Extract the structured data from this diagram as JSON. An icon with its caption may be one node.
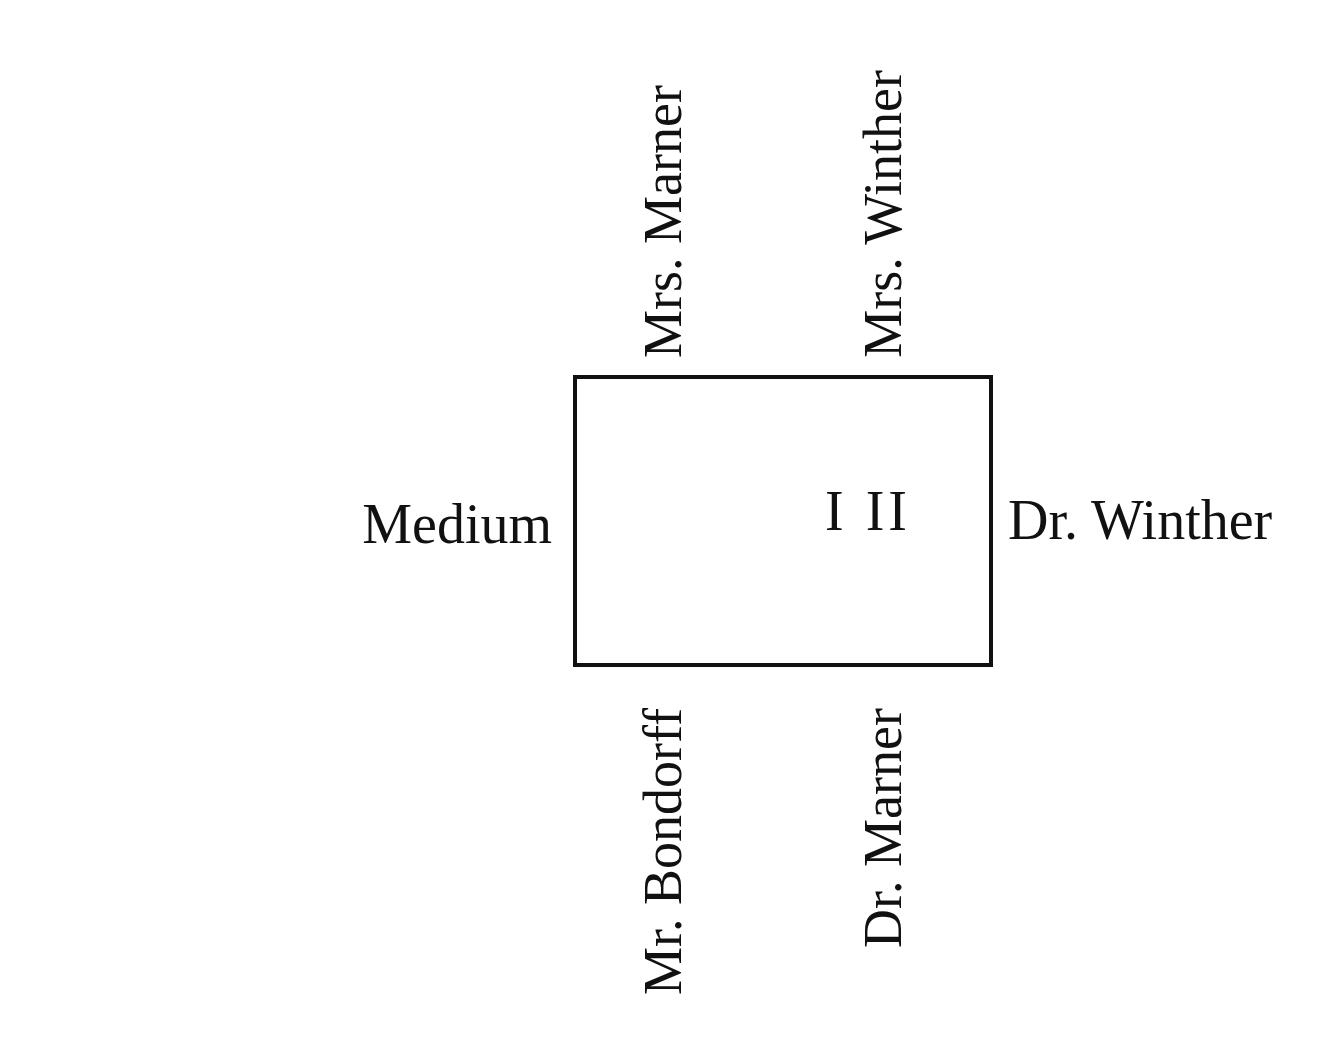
{
  "diagram": {
    "nodes": [
      {
        "text": [
          "I II"
        ],
        "beside": [
          "Mrs. Marner",
          "Mrs. Winther",
          "Medium",
          "Dr. Winther",
          "Mr. Bondorff",
          "Dr. Marner"
        ]
      }
    ]
  }
}
